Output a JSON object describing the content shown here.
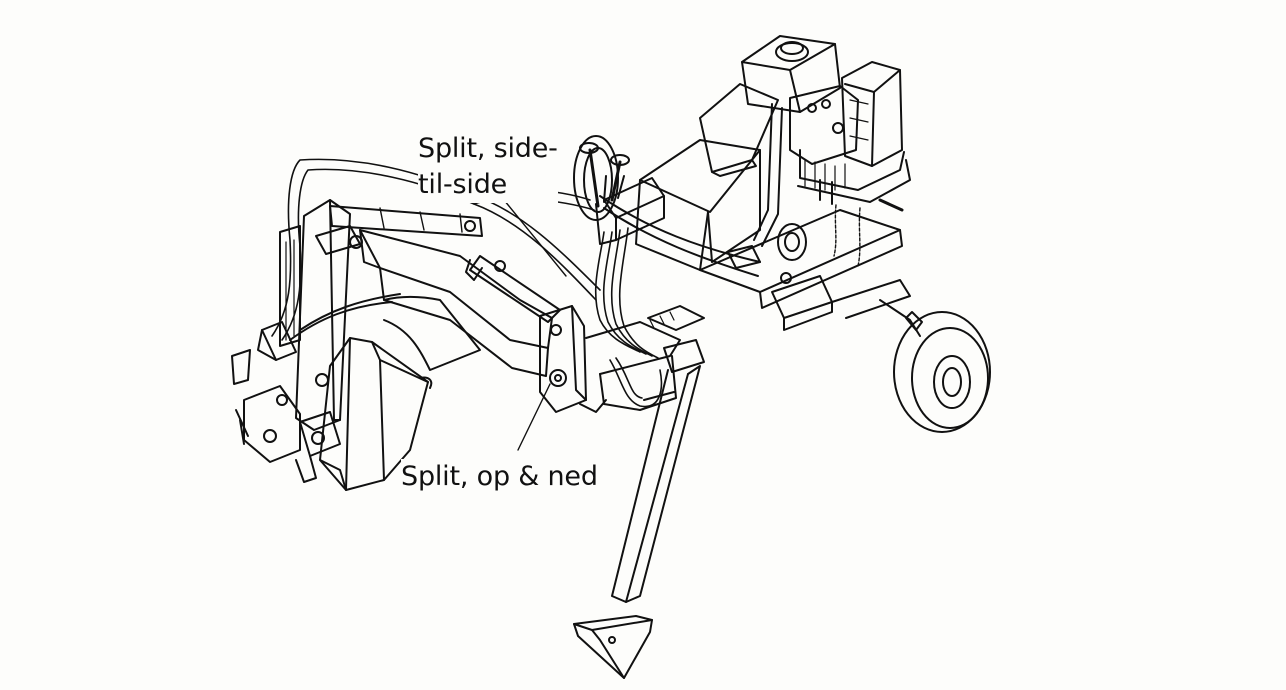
{
  "diagram": {
    "callouts": {
      "side_to_side": {
        "line1": "Split, side-",
        "line2": "til-side"
      },
      "up_down": {
        "line1": "Split, op & ned"
      }
    },
    "colors": {
      "ink": "#111111",
      "paper": "#fdfdfb"
    }
  }
}
